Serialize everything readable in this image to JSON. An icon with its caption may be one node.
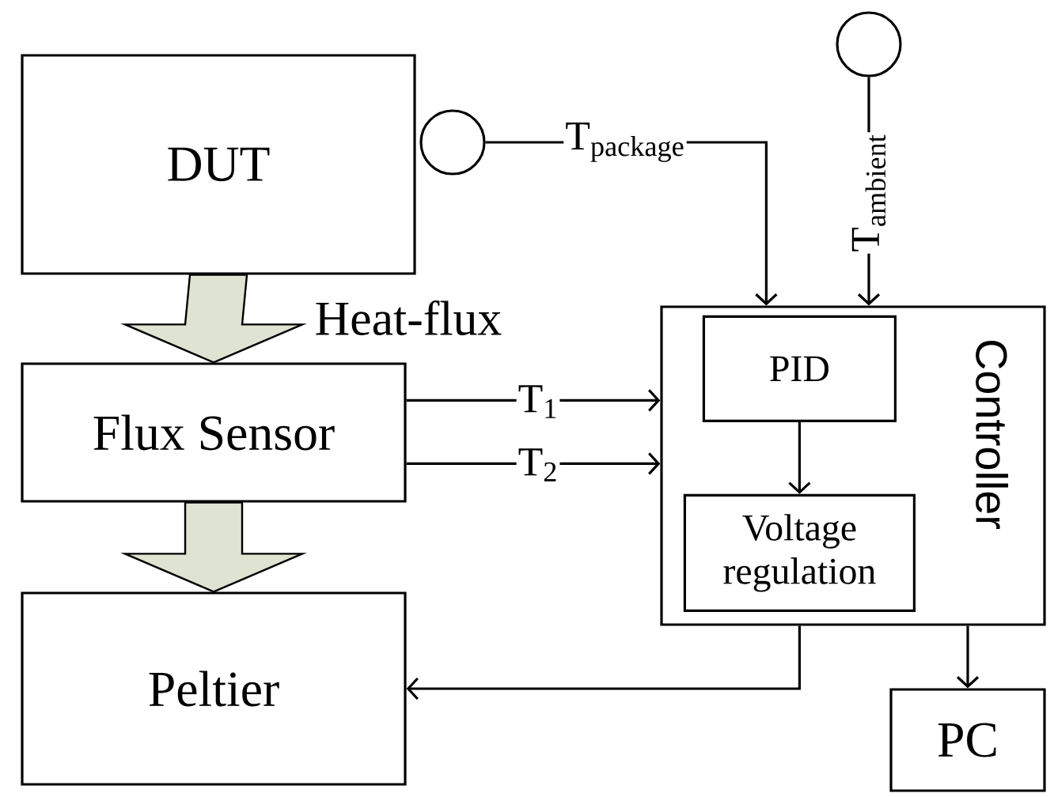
{
  "diagram": {
    "nodes": [
      {
        "text": [],
        "shape": "circle"
      },
      {
        "text": [
          "DUT"
        ]
      },
      {
        "text": [],
        "shape": "circle"
      },
      {
        "text": [
          "Flux Sensor"
        ]
      },
      {
        "text": [
          "Controller"
        ]
      },
      {
        "text": [
          "PID"
        ],
        "in": 4
      },
      {
        "text": [
          "Voltage regulation"
        ],
        "in": 4
      },
      {
        "text": [
          "Peltier"
        ]
      },
      {
        "text": [
          "PC"
        ]
      }
    ],
    "edges": [
      {
        "from": 1,
        "to": 3,
        "arrow": "to",
        "label": "Heat-flux",
        "style": "thick",
        "color": "#dfe3d1"
      },
      {
        "from": 3,
        "to": 7,
        "arrow": "to",
        "style": "thick",
        "color": "#dfe3d1"
      },
      {
        "from": 2,
        "to": 4,
        "arrow": "to",
        "label": "T$_{package}$"
      },
      {
        "from": 0,
        "to": 4,
        "arrow": "to",
        "label": "T$_{ambient}$"
      },
      {
        "from": 3,
        "to": 4,
        "arrow": "to",
        "label": "T$_{1}$"
      },
      {
        "from": 3,
        "to": 4,
        "arrow": "to",
        "label": "T$_{2}$"
      },
      {
        "from": 5,
        "to": 6,
        "arrow": "to"
      },
      {
        "from": 4,
        "to": 7,
        "arrow": "to"
      },
      {
        "from": 4,
        "to": 8,
        "arrow": "to"
      }
    ]
  }
}
